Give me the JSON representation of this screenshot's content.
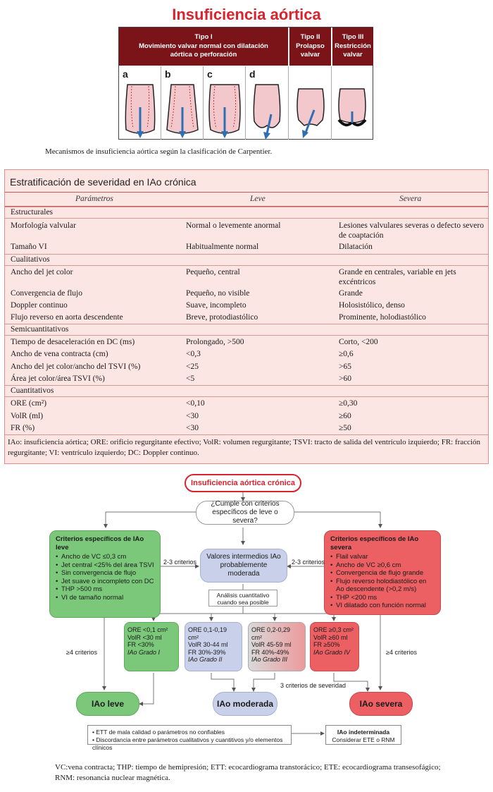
{
  "figure": {
    "title": "Insuficiencia aórtica",
    "tipo1": "Tipo I",
    "tipo1_desc": "Movimiento valvar normal con dilatación aórtica o perforación",
    "tipo2": "Tipo II",
    "tipo2_desc": "Prolapso valvar",
    "tipo3": "Tipo III",
    "tipo3_desc": "Restricción valvar",
    "panels": [
      "a",
      "b",
      "c",
      "d"
    ],
    "caption": "Mecanismos de insuficiencia aórtica según la clasificación de Carpentier."
  },
  "table": {
    "title": "Estratificación de severidad en IAo crónica",
    "headers": [
      "Parámetros",
      "Leve",
      "Severa"
    ],
    "sections": [
      {
        "name": "Estructurales",
        "rows": [
          [
            "Morfología valvular",
            "Normal o levemente anormal",
            "Lesiones valvulares severas o defecto severo de coaptación"
          ],
          [
            "Tamaño VI",
            "Habitualmente normal",
            "Dilatación"
          ]
        ]
      },
      {
        "name": "Cualitativos",
        "rows": [
          [
            "Ancho del jet color",
            "Pequeño, central",
            "Grande en centrales, variable en jets excéntricos"
          ],
          [
            "Convergencia de flujo",
            "Pequeño, no visible",
            "Grande"
          ],
          [
            "Doppler continuo",
            "Suave, incompleto",
            "Holosistólico, denso"
          ],
          [
            "Flujo reverso en aorta descendente",
            "Breve, protodiastólico",
            "Prominente, holodiastólico"
          ]
        ]
      },
      {
        "name": "Semicuantitativos",
        "rows": [
          [
            "Tiempo de desaceleración en DC (ms)",
            "Prolongado, >500",
            "Corto, <200"
          ],
          [
            "Ancho de vena contracta (cm)",
            "<0,3",
            "≥0,6"
          ],
          [
            "Ancho del jet color/ancho del TSVI (%)",
            "<25",
            ">65"
          ],
          [
            "Área jet color/área TSVI (%)",
            "<5",
            ">60"
          ]
        ]
      },
      {
        "name": "Cuantitativos",
        "rows": [
          [
            "ORE (cm²)",
            "<0,10",
            "≥0,30"
          ],
          [
            "VolR (ml)",
            "<30",
            "≥60"
          ],
          [
            "FR (%)",
            "<30",
            "≥50"
          ]
        ]
      }
    ],
    "note": "IAo: insuficiencia aórtica; ORE: orificio regurgitante efectivo; VolR: volumen regurgitante; TSVI: tracto de salida del ventrículo izquierdo; FR: fracción regurgitante; VI: ventrículo izquierdo; DC: Doppler continuo."
  },
  "flow": {
    "top": "Insuficiencia aórtica crónica",
    "question": "¿Cumple con criterios específicos de leve o severa?",
    "leve_title": "Criterios específicos de IAo leve",
    "leve_items": [
      "Ancho de VC ≤0,3 cm",
      "Jet central <25% del área TSVI",
      "Sin convergencia de flujo",
      "Jet suave o incompleto con DC",
      "THP >500 ms",
      "VI de tamaño normal"
    ],
    "severa_title": "Criterios específicos de IAo severa",
    "severa_items": [
      "Flail valvar",
      "Ancho de VC ≥0,6 cm",
      "Convergencia de flujo grande",
      "Flujo reverso holodiastólico en Ao descendente (>0,2 m/s)",
      "THP <200 ms",
      "VI dilatado con función normal"
    ],
    "intermedios": "Valores intermedios IAo probablemente moderada",
    "criterios_23_left": "2-3 criterios",
    "criterios_23_right": "2-3 criterios",
    "analisis": "Análisis cuantitativo cuando sea posible",
    "grades": [
      {
        "lines": [
          "ORE <0,1 cm²",
          "VolR <30 ml",
          "FR <30%"
        ],
        "grade": "IAo Grado I"
      },
      {
        "lines": [
          "ORE 0,1-0,19 cm²",
          "VolR 30-44 ml",
          "FR 30%-39%"
        ],
        "grade": "IAo Grado II"
      },
      {
        "lines": [
          "ORE 0,2-0,29 cm²",
          "VolR 45-59 ml",
          "FR 40%-49%"
        ],
        "grade": "IAo Grado III"
      },
      {
        "lines": [
          "ORE ≥0,3 cm²",
          "VolR ≥60 ml",
          "FR ≥50%"
        ],
        "grade": "IAo Grado IV"
      }
    ],
    "ge4_left": "≥4 criterios",
    "ge4_right": "≥4 criterios",
    "tres_criterios": "3 criterios de severidad",
    "out_leve": "IAo leve",
    "out_moderada": "IAo moderada",
    "out_severa": "IAo severa",
    "foot_items": [
      "ETT de mala calidad o parámetros no confiables",
      "Discordancia entre parámetros cualitativos y cuantitivos y/o elementos clínicos"
    ],
    "indeterminada_title": "IAo indeterminada",
    "indeterminada_sub": "Considerar ETE o RNM"
  },
  "footnote": "VC:vena contracta; THP: tiempo de hemipresión; ETT: ecocardiograma transtorácico; ETE: ecocardiograma transesofágico; RNM: resonancia nuclear magnética."
}
